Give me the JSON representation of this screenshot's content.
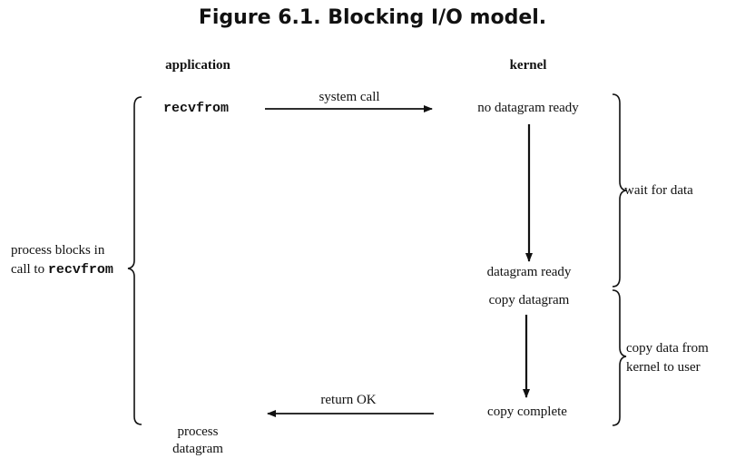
{
  "title": "Figure 6.1. Blocking I/O model.",
  "columns": {
    "application": "application",
    "kernel": "kernel"
  },
  "app": {
    "call": "recvfrom",
    "process_line1": "process",
    "process_line2": "datagram"
  },
  "arrows": {
    "system_call": "system call",
    "return_ok": "return OK"
  },
  "kernel_steps": {
    "no_datagram": "no datagram ready",
    "datagram_ready": "datagram ready",
    "copy_datagram": "copy datagram",
    "copy_complete": "copy complete"
  },
  "phases": {
    "wait": "wait for data",
    "copy_line1": "copy data from",
    "copy_line2": "kernel to user"
  },
  "blocks": {
    "line1": "process blocks in",
    "line2_prefix": "call to ",
    "line2_code": "recvfrom"
  }
}
